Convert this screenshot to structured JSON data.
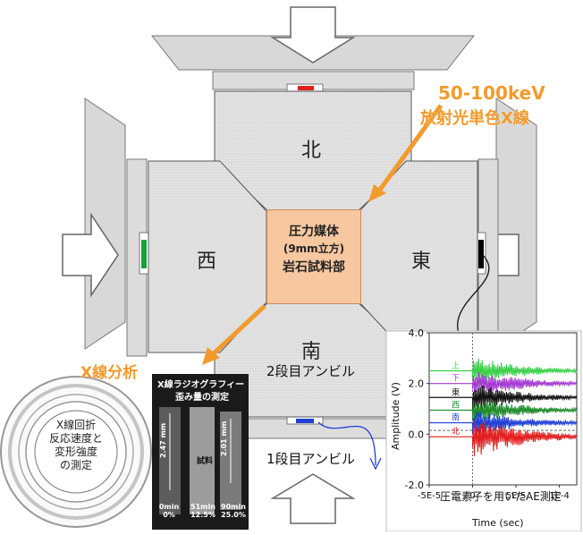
{
  "figure": {
    "labels": {
      "north": "北",
      "west": "西",
      "east": "東",
      "south": "南",
      "anvil_2nd": "2段目アンビル",
      "anvil_1st": "1段目アンビル"
    },
    "xray_source": {
      "line1": "50-100keV",
      "line2": "放射光単色X線"
    },
    "pressure_medium": {
      "line1": "圧力媒体",
      "line2": "(9mm立方)",
      "line3": "岩石試料部"
    },
    "xray_analysis": {
      "title": "X線分析",
      "circle_lines": [
        "X線回折",
        "反応速度と",
        "変形強度",
        "の測定"
      ]
    },
    "radiography": {
      "title": "X線ラジオグラフィー",
      "subtitle": "歪み量の測定",
      "length_left": "2.47 mm",
      "length_right": "2.01 mm",
      "sample_label": "試料",
      "frames": [
        {
          "time": "0min",
          "strain": "0%"
        },
        {
          "time": "51min",
          "strain": "12.5%"
        },
        {
          "time": "90min",
          "strain": "25.0%"
        }
      ]
    },
    "colors": {
      "orange": "#f39a2c",
      "north": "#e21f1f",
      "south": "#1f3fd6",
      "west": "#18a038",
      "east": "#000000"
    }
  },
  "chart_data": {
    "type": "line",
    "title": "圧電素子を用いたAE測定",
    "xlabel": "Time (sec)",
    "ylabel": "Amplitude (V)",
    "xlim": [
      -5e-05,
      0.00012
    ],
    "ylim": [
      -2.0,
      4.0
    ],
    "xticks": [
      "-5E-5",
      "0",
      "5E-5",
      "1E-4"
    ],
    "yticks": [
      "-2.0",
      "0.0",
      "2.0",
      "4.0"
    ],
    "trigger_x": 0,
    "series": [
      {
        "name": "上",
        "color": "#3ad14a",
        "baseline": 2.5,
        "amplitude": 0.6
      },
      {
        "name": "下",
        "color": "#a53ad1",
        "baseline": 2.0,
        "amplitude": 0.6
      },
      {
        "name": "東",
        "color": "#111111",
        "baseline": 1.45,
        "amplitude": 0.6
      },
      {
        "name": "西",
        "color": "#1e8c2a",
        "baseline": 0.95,
        "amplitude": 0.6
      },
      {
        "name": "南",
        "color": "#1f3fd6",
        "baseline": 0.45,
        "amplitude": 0.55
      },
      {
        "name": "北",
        "color": "#e21f1f",
        "baseline": -0.1,
        "amplitude": 0.9
      }
    ]
  }
}
